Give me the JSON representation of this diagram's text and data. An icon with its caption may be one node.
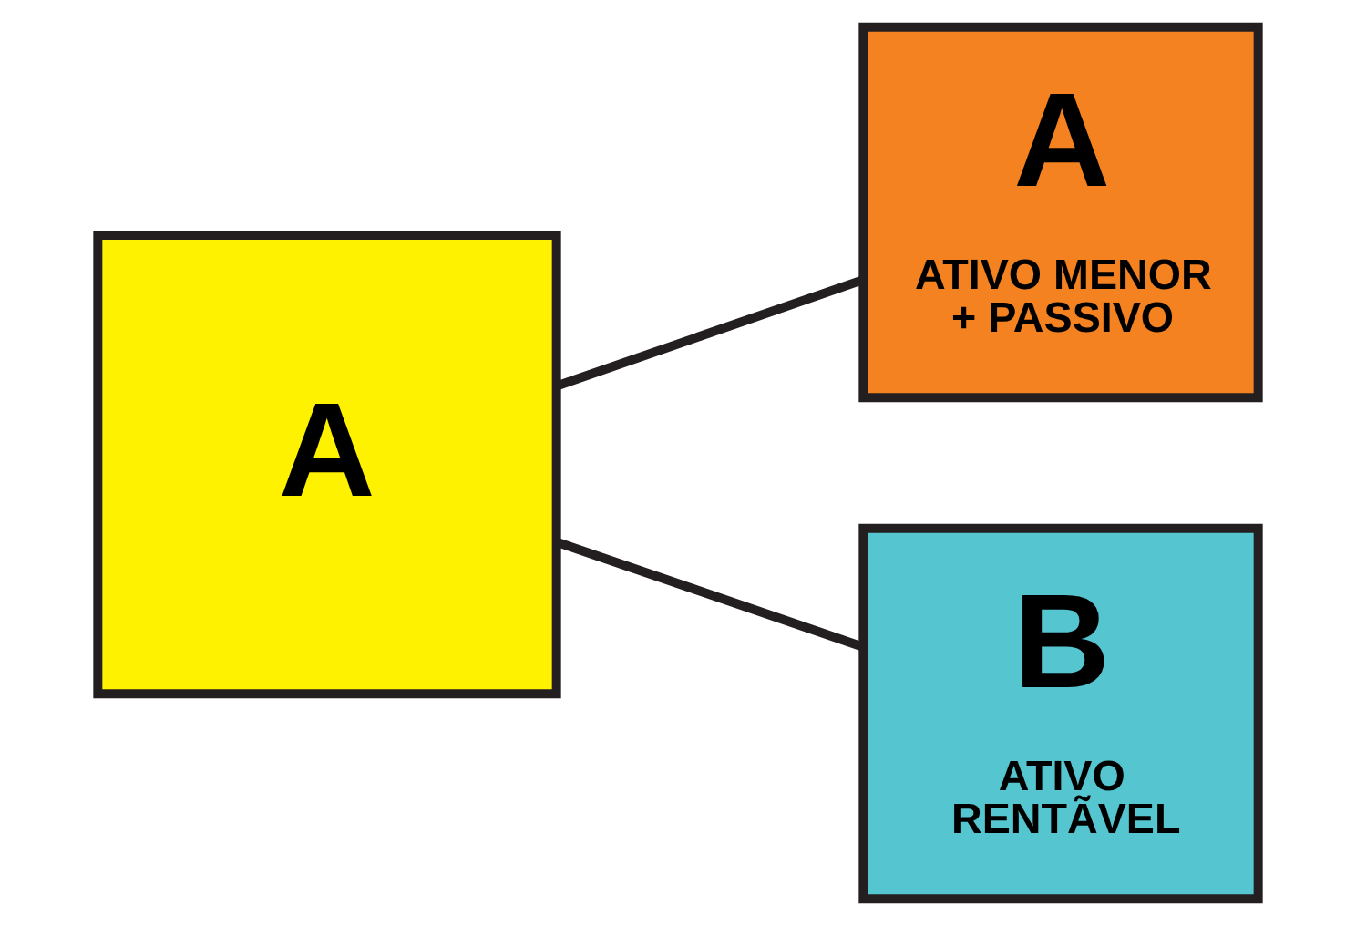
{
  "diagram": {
    "nodes": [
      {
        "text": [
          "A"
        ]
      },
      {
        "text": [
          "A",
          "ATIVO MENOR + PASSIVO"
        ]
      },
      {
        "text": [
          "B",
          "ATIVO RENTÃVEL"
        ]
      }
    ],
    "edges": [
      {
        "from": 0,
        "to": 1,
        "arrow": "none"
      },
      {
        "from": 0,
        "to": 2,
        "arrow": "none"
      }
    ]
  }
}
